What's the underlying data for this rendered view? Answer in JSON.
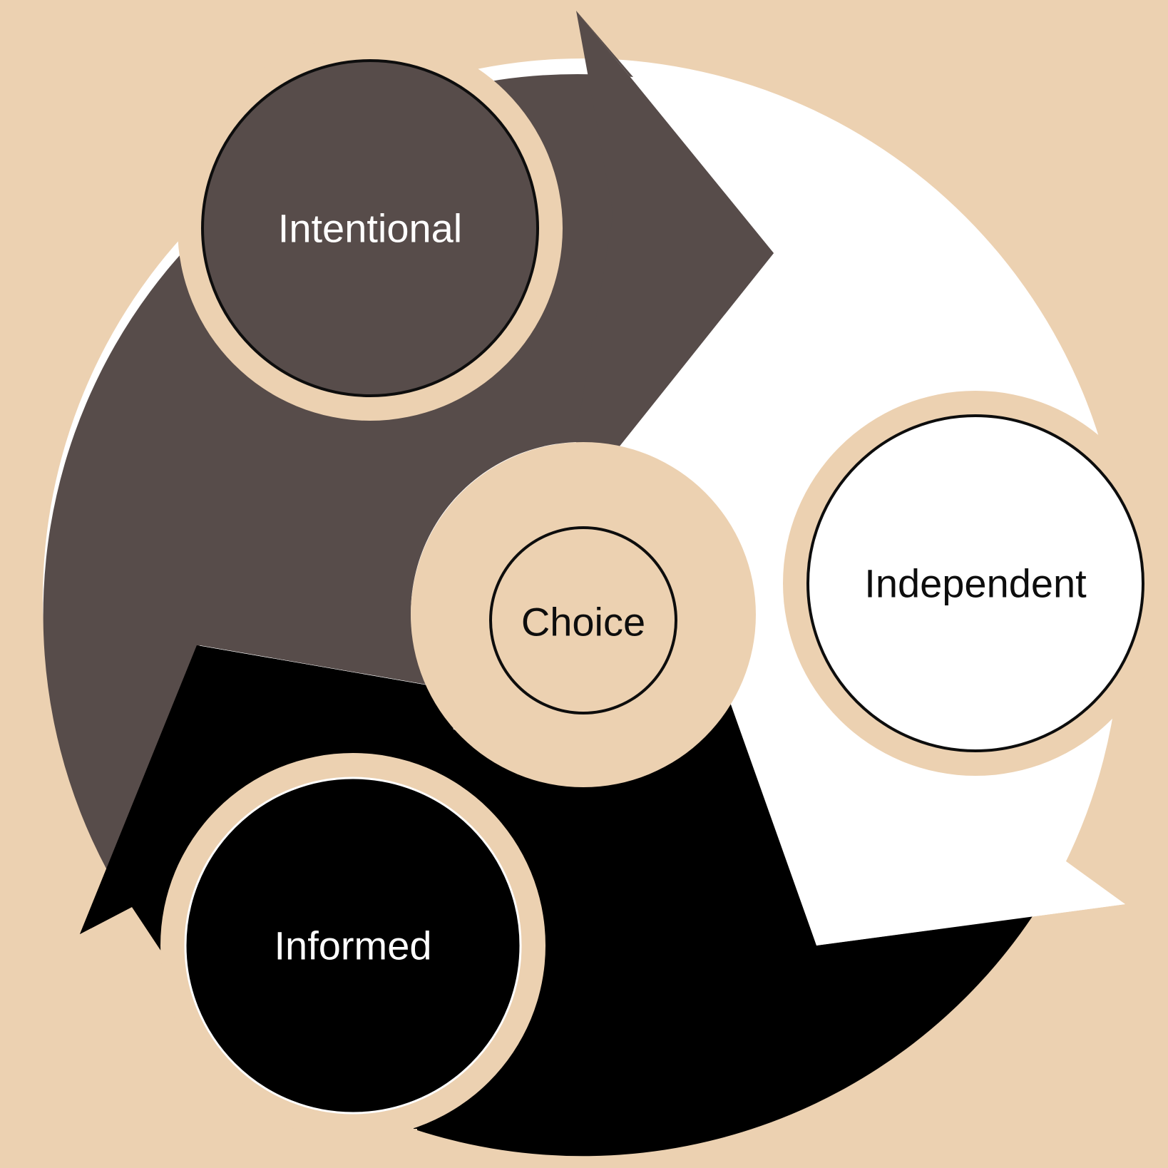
{
  "diagram": {
    "center_label": "Choice",
    "nodes": [
      {
        "id": "intentional",
        "label": "Intentional"
      },
      {
        "id": "independent",
        "label": "Independent"
      },
      {
        "id": "informed",
        "label": "Informed"
      }
    ]
  },
  "colors": {
    "background": "#ecd1b1",
    "intentional": "#574c4a",
    "independent": "#ffffff",
    "informed": "#000000",
    "node_outline": "#0d0d0d",
    "text_dark": "#0d0d0d",
    "text_light": "#ffffff"
  }
}
